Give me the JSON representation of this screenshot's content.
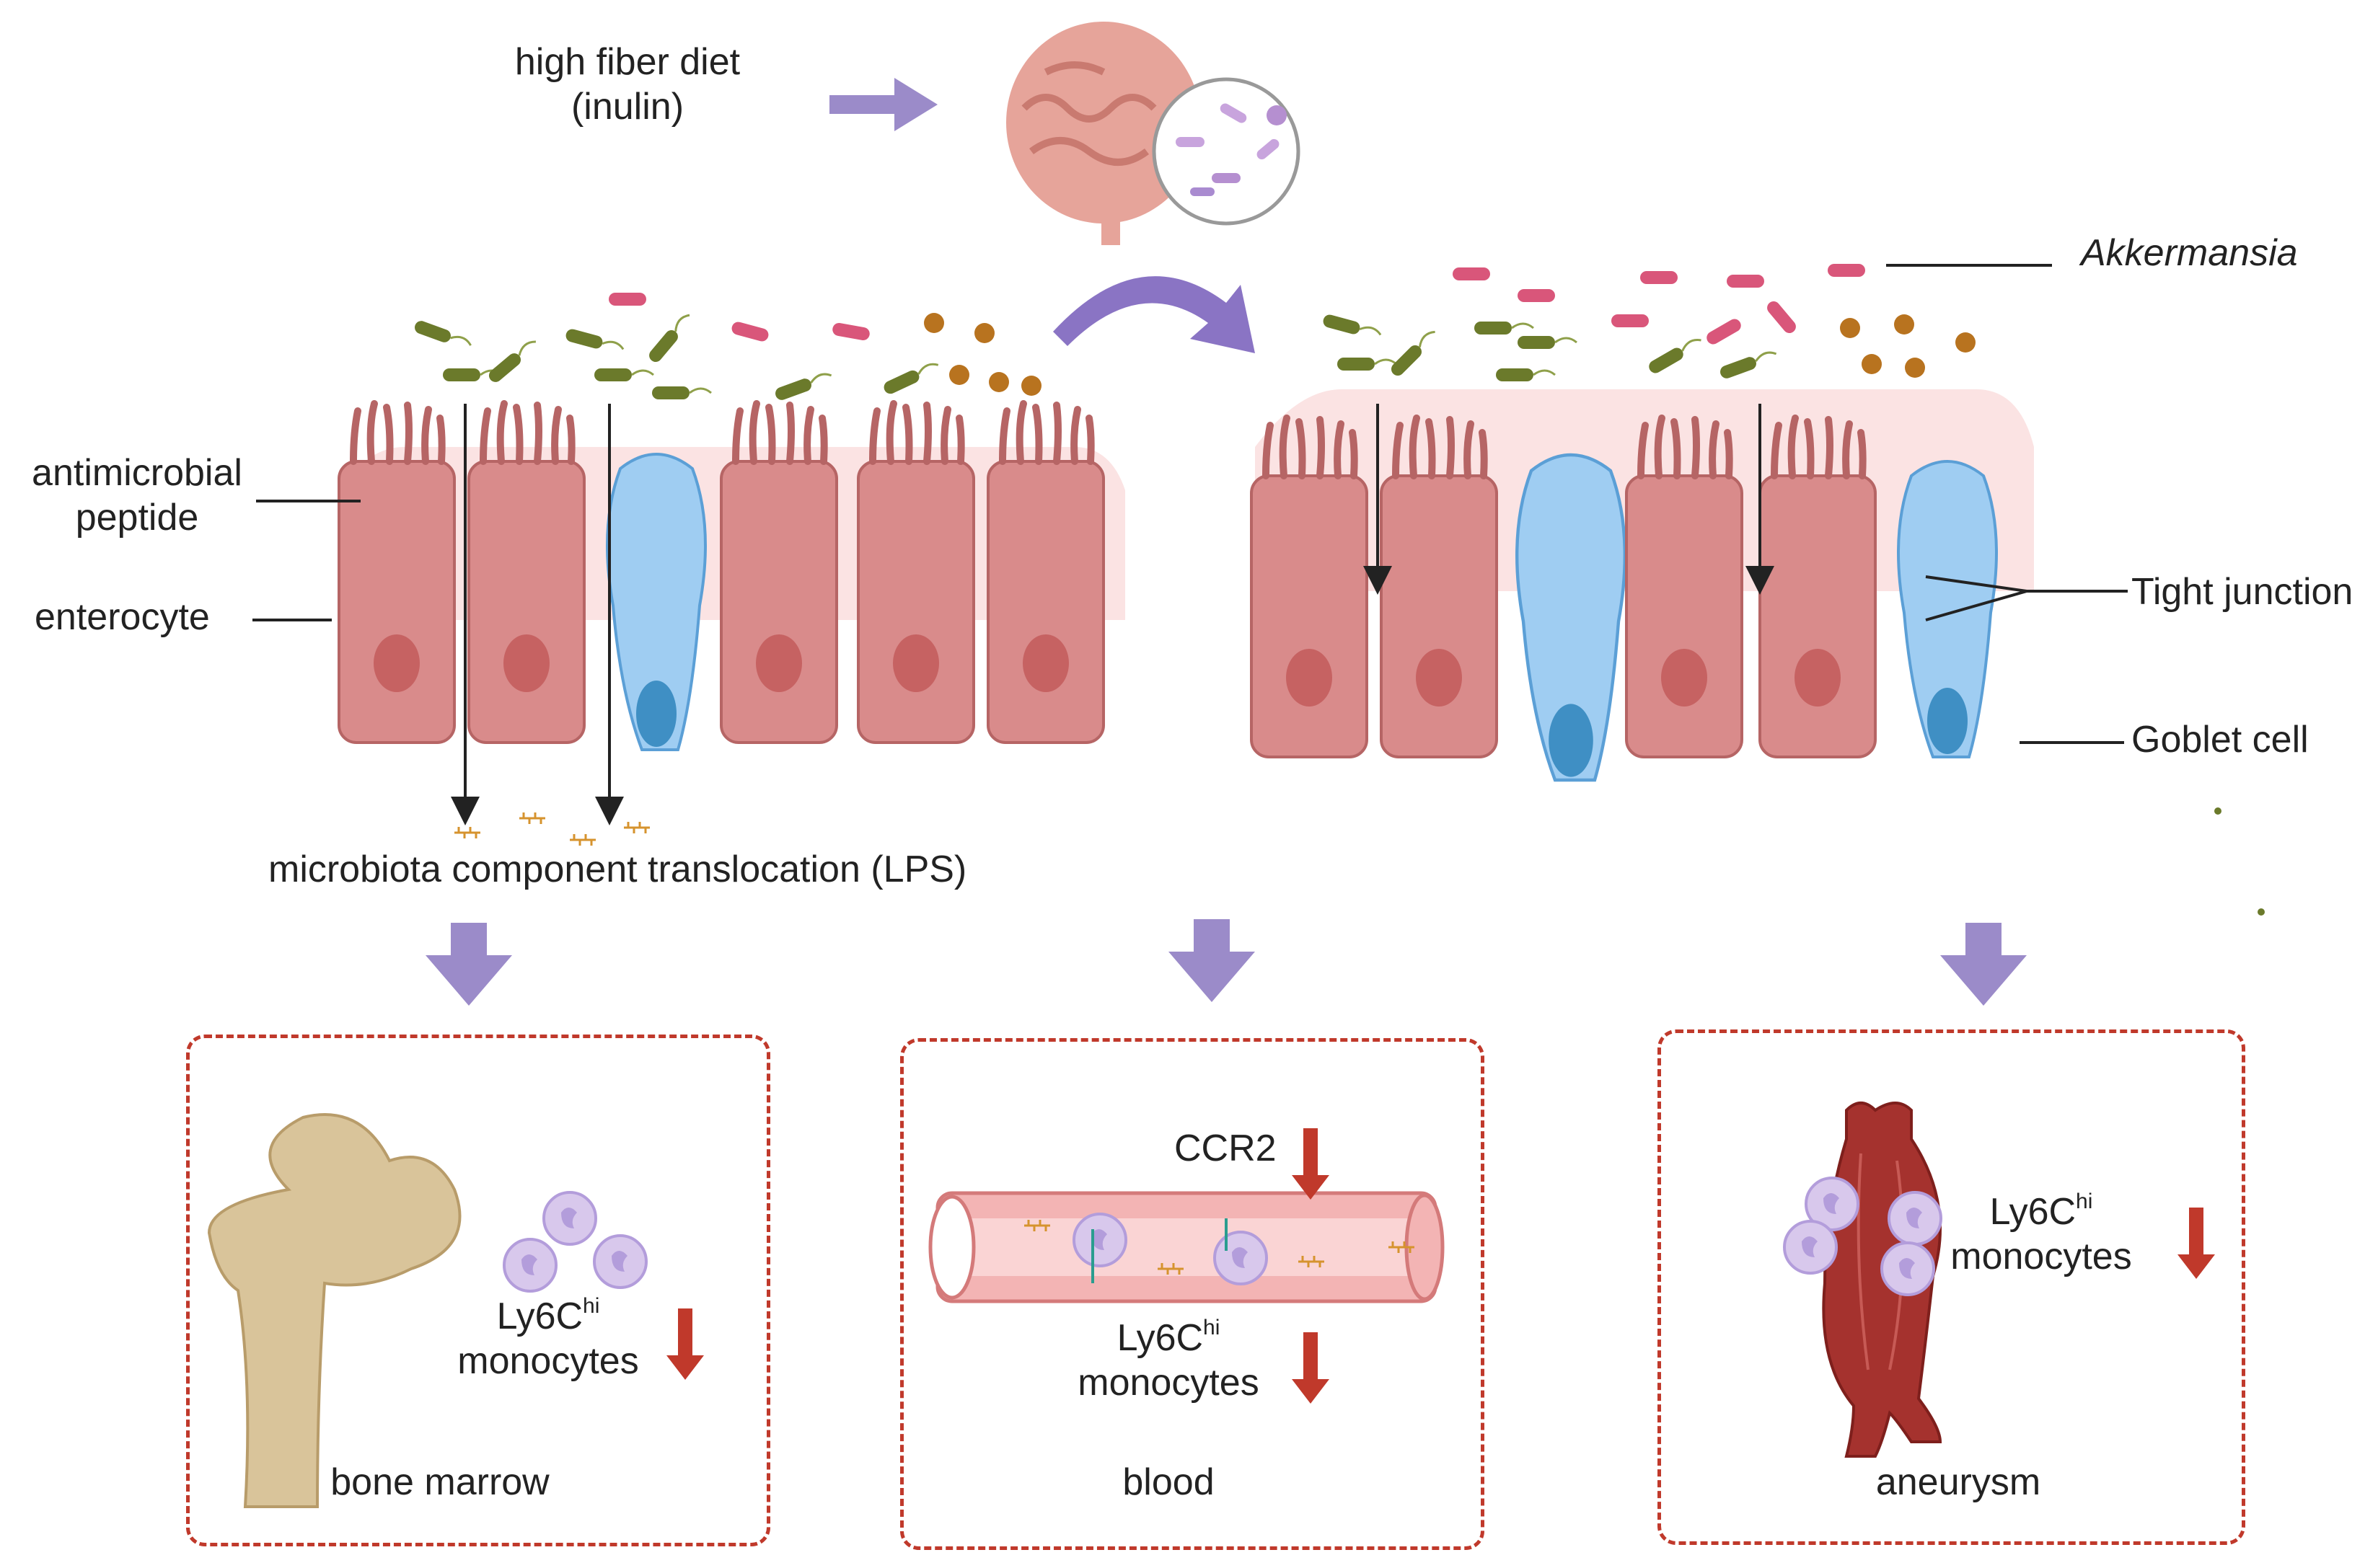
{
  "diet": {
    "line1": "high fiber diet",
    "line2": "(inulin)"
  },
  "labels": {
    "akkermansia": "Akkermansia",
    "antimicrobial_line1": "antimicrobial",
    "antimicrobial_line2": "peptide",
    "enterocyte": "enterocyte",
    "tight_junction": "Tight junction",
    "goblet_cell": "Goblet cell",
    "translocation": "microbiota component  translocation (LPS)"
  },
  "panels": {
    "bone_marrow": {
      "title": "bone marrow",
      "cell_label": {
        "base": "Ly6C",
        "sup": "hi",
        "line2": "monocytes"
      },
      "trend": "down"
    },
    "blood": {
      "title": "blood",
      "receptor": "CCR2",
      "receptor_trend": "down",
      "cell_label": {
        "base": "Ly6C",
        "sup": "hi",
        "line2": "monocytes"
      },
      "trend": "down"
    },
    "aneurysm": {
      "title": "aneurysm",
      "cell_label": {
        "base": "Ly6C",
        "sup": "hi",
        "line2": "monocytes"
      },
      "trend": "down"
    }
  },
  "colors": {
    "arrow_purple": "#9b8bc9",
    "trend_red": "#c0392b",
    "dash_red": "#c0392b",
    "enterocyte": "#d98b8b",
    "goblet": "#9fcdf2",
    "bacteria_green": "#6b7a2b",
    "akkermansia_pink": "#d9567a",
    "cocci_brown": "#b8731f",
    "artery_red": "#a5322e"
  }
}
